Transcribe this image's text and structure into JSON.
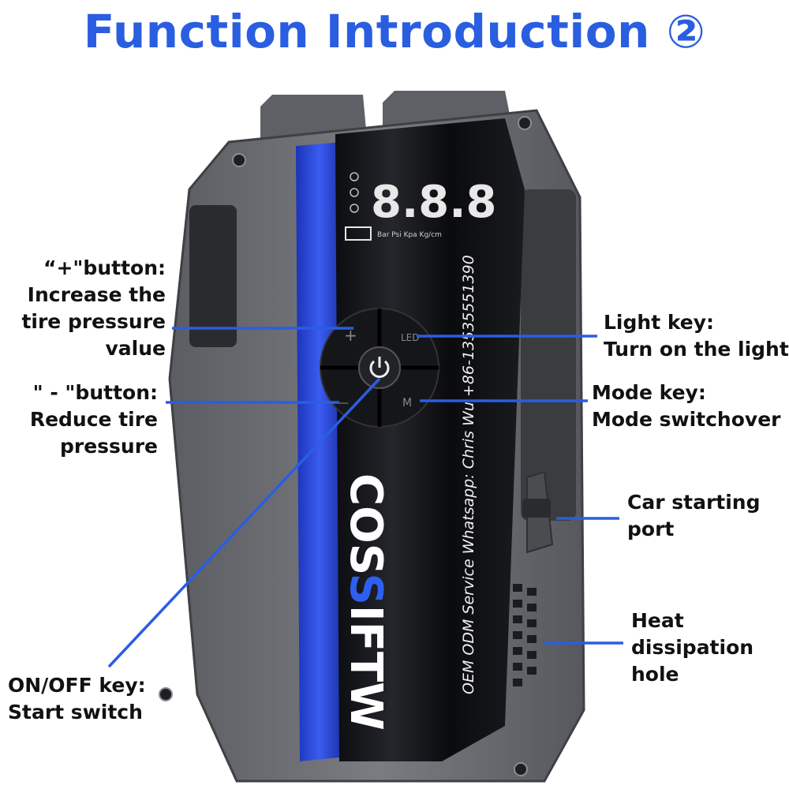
{
  "title": "Function Introduction ②",
  "device": {
    "display_digits": "8.8.8",
    "display_units": "Bar Psi Kpa Kg/cm",
    "brand_prefix": "COS",
    "brand_highlight": "S",
    "brand_suffix": "IFTW",
    "oem_text": "OEM ODM Service Whatsapp: Chris Wu +86-13535551390",
    "led_label": "LED",
    "mode_label": "M",
    "plus_label": "+",
    "minus_label": "—"
  },
  "labels": {
    "plus_button": [
      "“+\"button:",
      "Increase the",
      "tire pressure",
      "value"
    ],
    "minus_button": [
      "\" - \"button:",
      "Reduce tire",
      "pressure"
    ],
    "onoff_key": [
      "ON/OFF key:",
      "Start switch"
    ],
    "light_key": [
      "Light key:",
      "Turn on the light"
    ],
    "mode_key": [
      "Mode key:",
      "Mode switchover"
    ],
    "car_port": [
      "Car starting",
      "port"
    ],
    "heat_hole": [
      "Heat",
      "dissipation",
      "hole"
    ]
  },
  "colors": {
    "title": "#2a5ee0",
    "callout_line": "#2a5ee0",
    "device_gray": "#6f7176",
    "accent_blue": "#2d4fd6"
  }
}
